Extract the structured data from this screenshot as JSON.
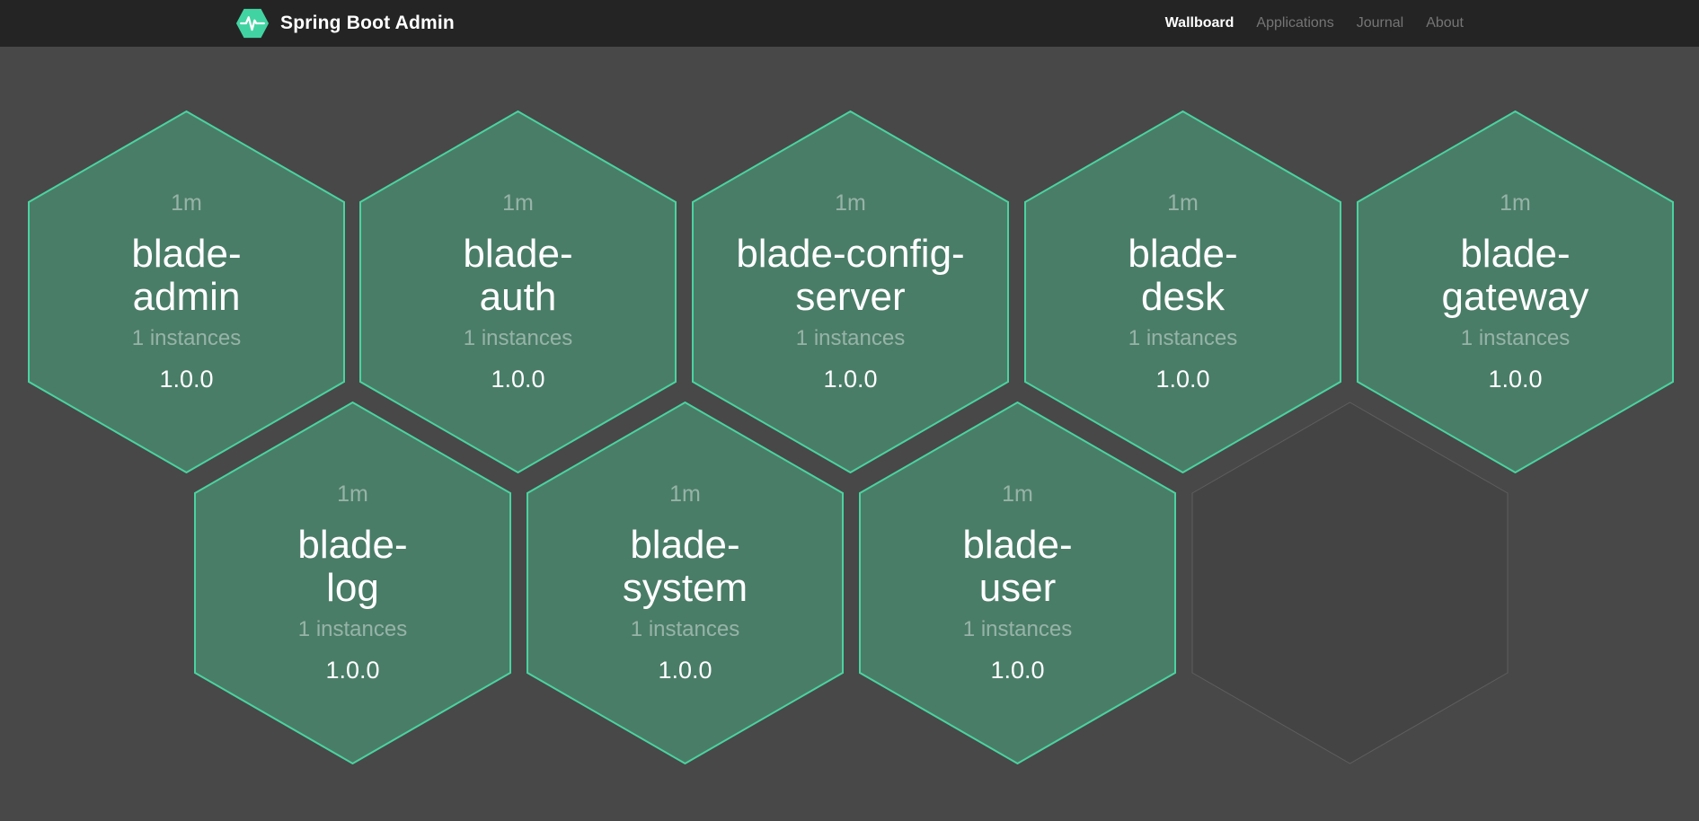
{
  "navbar": {
    "brand": "Spring Boot Admin",
    "links": [
      {
        "label": "Wallboard",
        "active": true
      },
      {
        "label": "Applications",
        "active": false
      },
      {
        "label": "Journal",
        "active": false
      },
      {
        "label": "About",
        "active": false
      }
    ]
  },
  "wallboard": {
    "apps": [
      {
        "name": "blade-admin",
        "name_line1": "blade-",
        "name_line2": "admin",
        "uptime": "1m",
        "instances": "1 instances",
        "version": "1.0.0"
      },
      {
        "name": "blade-auth",
        "name_line1": "blade-",
        "name_line2": "auth",
        "uptime": "1m",
        "instances": "1 instances",
        "version": "1.0.0"
      },
      {
        "name": "blade-config-server",
        "name_line1": "blade-config-",
        "name_line2": "server",
        "uptime": "1m",
        "instances": "1 instances",
        "version": "1.0.0"
      },
      {
        "name": "blade-desk",
        "name_line1": "blade-",
        "name_line2": "desk",
        "uptime": "1m",
        "instances": "1 instances",
        "version": "1.0.0"
      },
      {
        "name": "blade-gateway",
        "name_line1": "blade-",
        "name_line2": "gateway",
        "uptime": "1m",
        "instances": "1 instances",
        "version": "1.0.0"
      },
      {
        "name": "blade-log",
        "name_line1": "blade-",
        "name_line2": "log",
        "uptime": "1m",
        "instances": "1 instances",
        "version": "1.0.0"
      },
      {
        "name": "blade-system",
        "name_line1": "blade-",
        "name_line2": "system",
        "uptime": "1m",
        "instances": "1 instances",
        "version": "1.0.0"
      },
      {
        "name": "blade-user",
        "name_line1": "blade-",
        "name_line2": "user",
        "uptime": "1m",
        "instances": "1 instances",
        "version": "1.0.0"
      }
    ],
    "empty_slots": 1
  },
  "colors": {
    "navbar_bg": "#242424",
    "main_bg": "#484848",
    "hex_fill": "#4a7d68",
    "hex_border": "#4ad3a0",
    "brand_green": "#42d3a2",
    "empty_hex_border": "#5e5e5e"
  }
}
